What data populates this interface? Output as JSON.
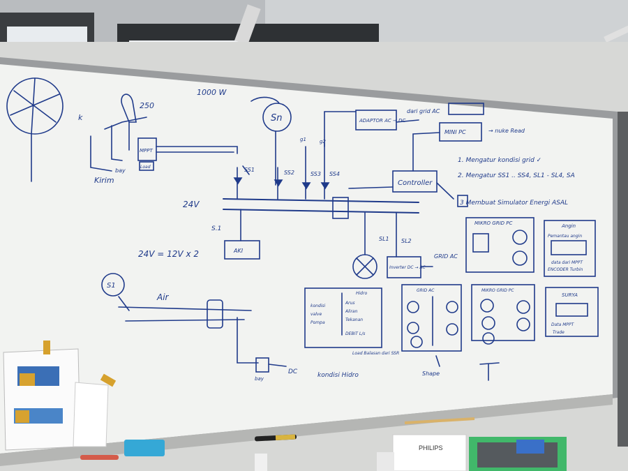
{
  "colors": {
    "ink": "#1f3a8a",
    "board": "#f2f3f1",
    "frame": "#9a9c9e",
    "ceiling": "#b9bcbf"
  },
  "board": {
    "top_labels": {
      "w1000": "1000 W",
      "n250": "250",
      "k": "k",
      "kirim": "Kirim",
      "bay": "bay",
      "mppt": "MPPT",
      "load": "Load"
    },
    "sun": "Sn",
    "adaptor": "ADAPTOR AC → DC",
    "minipc": "MINI PC",
    "minipc_note": "→ nuke Read",
    "dari_grid": "dari grid AC",
    "controller": "Controller",
    "ss": {
      "ss1": "SS1",
      "ss2": "SS2",
      "ss3": "SS3",
      "ss4": "SS4",
      "g1": "g1",
      "g2": "g2"
    },
    "v24": "24V",
    "s1": "S.1",
    "aki": "AKI",
    "eq": "24V = 12V x 2",
    "sl1": "SL1",
    "sl2": "SL2",
    "inverter": "Inverter DC → AC",
    "grid_ac": "GRID AC",
    "s1_circle": "S1",
    "air": "Air",
    "dc": "DC",
    "bay2": "bay",
    "kondisi": "kondisi Hidro",
    "tasks": {
      "t1": "1. Mengatur kondisi grid ✓",
      "t2": "2. Mengatur SS1 .. SS4, SL1 - SL4, SA",
      "t3": "3 Membuat Simulator Energi ASAL"
    },
    "panels": {
      "mikro1": "MIKRO GRID PC",
      "angin": "Angin",
      "angin_l1": "Pemantau angin",
      "angin_l2": "data dari MPPT",
      "angin_l3": "ENCODER Turbin",
      "hidro": "Hidro",
      "hidro_left": [
        "kondisi",
        "valve",
        "Pompa"
      ],
      "hidro_right": [
        "Arus",
        "Aliran",
        "Tekanan"
      ],
      "hidro_bottom": "DEBIT L/s",
      "load_note": "Load Balasan dari SSR",
      "grid_panel": "GRID AC",
      "mikro2": "MIKRO GRID PC",
      "surya": "SURYA",
      "surya_l1": "Data MPPT",
      "surya_l2": "Trade",
      "shape": "Shape"
    }
  },
  "brand": "PHILIPS"
}
